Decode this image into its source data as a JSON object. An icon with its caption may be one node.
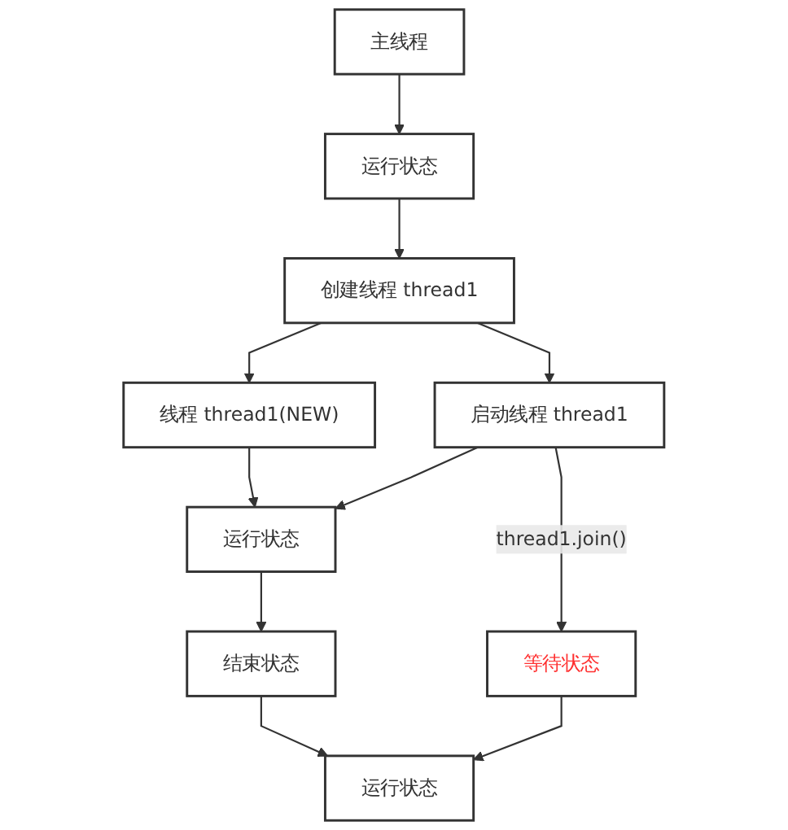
{
  "diagram": {
    "nodes": [
      {
        "text": [
          "主线程"
        ]
      },
      {
        "text": [
          "运行状态"
        ]
      },
      {
        "text": [
          "创建线程 thread1"
        ]
      },
      {
        "text": [
          "线程 thread1(NEW)"
        ]
      },
      {
        "text": [
          "启动线程 thread1"
        ]
      },
      {
        "text": [
          "运行状态"
        ]
      },
      {
        "text": [
          "等待状态"
        ]
      },
      {
        "text": [
          "结束状态"
        ]
      },
      {
        "text": [
          "运行状态"
        ]
      }
    ],
    "edges": [
      {
        "from": 0,
        "to": 1,
        "arrow": "to"
      },
      {
        "from": 1,
        "to": 2,
        "arrow": "to"
      },
      {
        "from": 2,
        "to": 3,
        "arrow": "to"
      },
      {
        "from": 2,
        "to": 4,
        "arrow": "to"
      },
      {
        "from": 3,
        "to": 5,
        "arrow": "to"
      },
      {
        "from": 4,
        "to": 5,
        "arrow": "to"
      },
      {
        "from": 4,
        "to": 6,
        "label": "thread1.join()",
        "arrow": "to"
      },
      {
        "from": 5,
        "to": 7,
        "arrow": "to"
      },
      {
        "from": 6,
        "to": 8,
        "arrow": "to"
      },
      {
        "from": 7,
        "to": 8,
        "arrow": "to"
      }
    ]
  }
}
